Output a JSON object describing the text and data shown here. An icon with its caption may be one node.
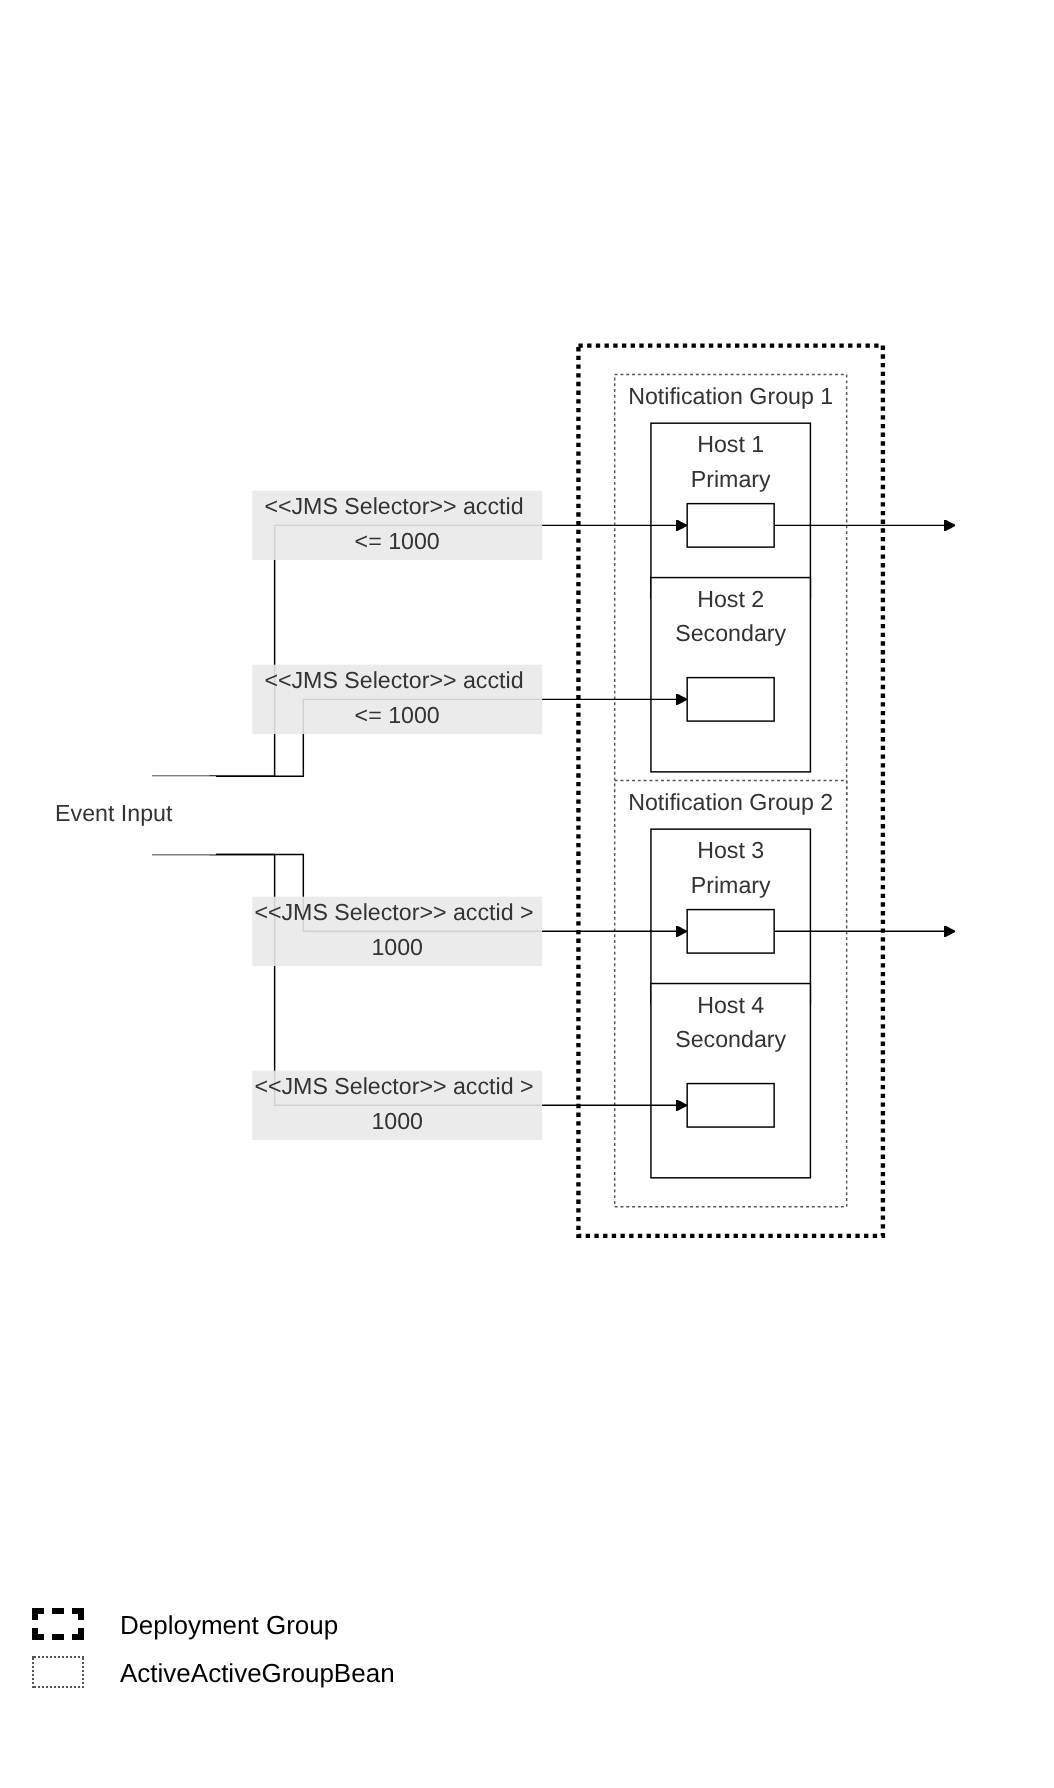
{
  "diagram": {
    "nodes": [
      {
        "text": [
          "Event Input"
        ]
      },
      {
        "text": [],
        "shape": "box"
      },
      {
        "text": [
          "Notification Group 1"
        ],
        "in": 1
      },
      {
        "text": [
          "Host 1",
          "Primary"
        ],
        "in": 2
      },
      {
        "text": [],
        "shape": "box",
        "in": 3
      },
      {
        "text": [
          "Host 2",
          "Secondary"
        ],
        "in": 2
      },
      {
        "text": [],
        "shape": "box",
        "in": 5
      },
      {
        "text": [
          "Notification Group 2"
        ],
        "in": 1
      },
      {
        "text": [
          "Host 3",
          "Primary"
        ],
        "in": 7
      },
      {
        "text": [],
        "shape": "box",
        "in": 8
      },
      {
        "text": [
          "Host 4",
          "Secondary"
        ],
        "in": 7
      },
      {
        "text": [],
        "shape": "box",
        "in": 10
      }
    ],
    "edges": [
      {
        "from": 0,
        "to": 4,
        "arrow": "to",
        "label": "<<JMS Selector>> acctid <= 1000"
      },
      {
        "from": 0,
        "to": 6,
        "arrow": "to",
        "label": "<<JMS Selector>> acctid <= 1000"
      },
      {
        "from": 0,
        "to": 9,
        "arrow": "to",
        "label": "<<JMS Selector>> acctid > 1000"
      },
      {
        "from": 0,
        "to": 11,
        "arrow": "to",
        "label": "<<JMS Selector>> acctid > 1000"
      },
      {
        "from": 4,
        "to": null,
        "arrow": "to"
      },
      {
        "from": 9,
        "to": null,
        "arrow": "to"
      }
    ],
    "legend": [
      {
        "text": "Deployment Group"
      },
      {
        "text": "ActiveActiveGroupBean"
      }
    ]
  }
}
